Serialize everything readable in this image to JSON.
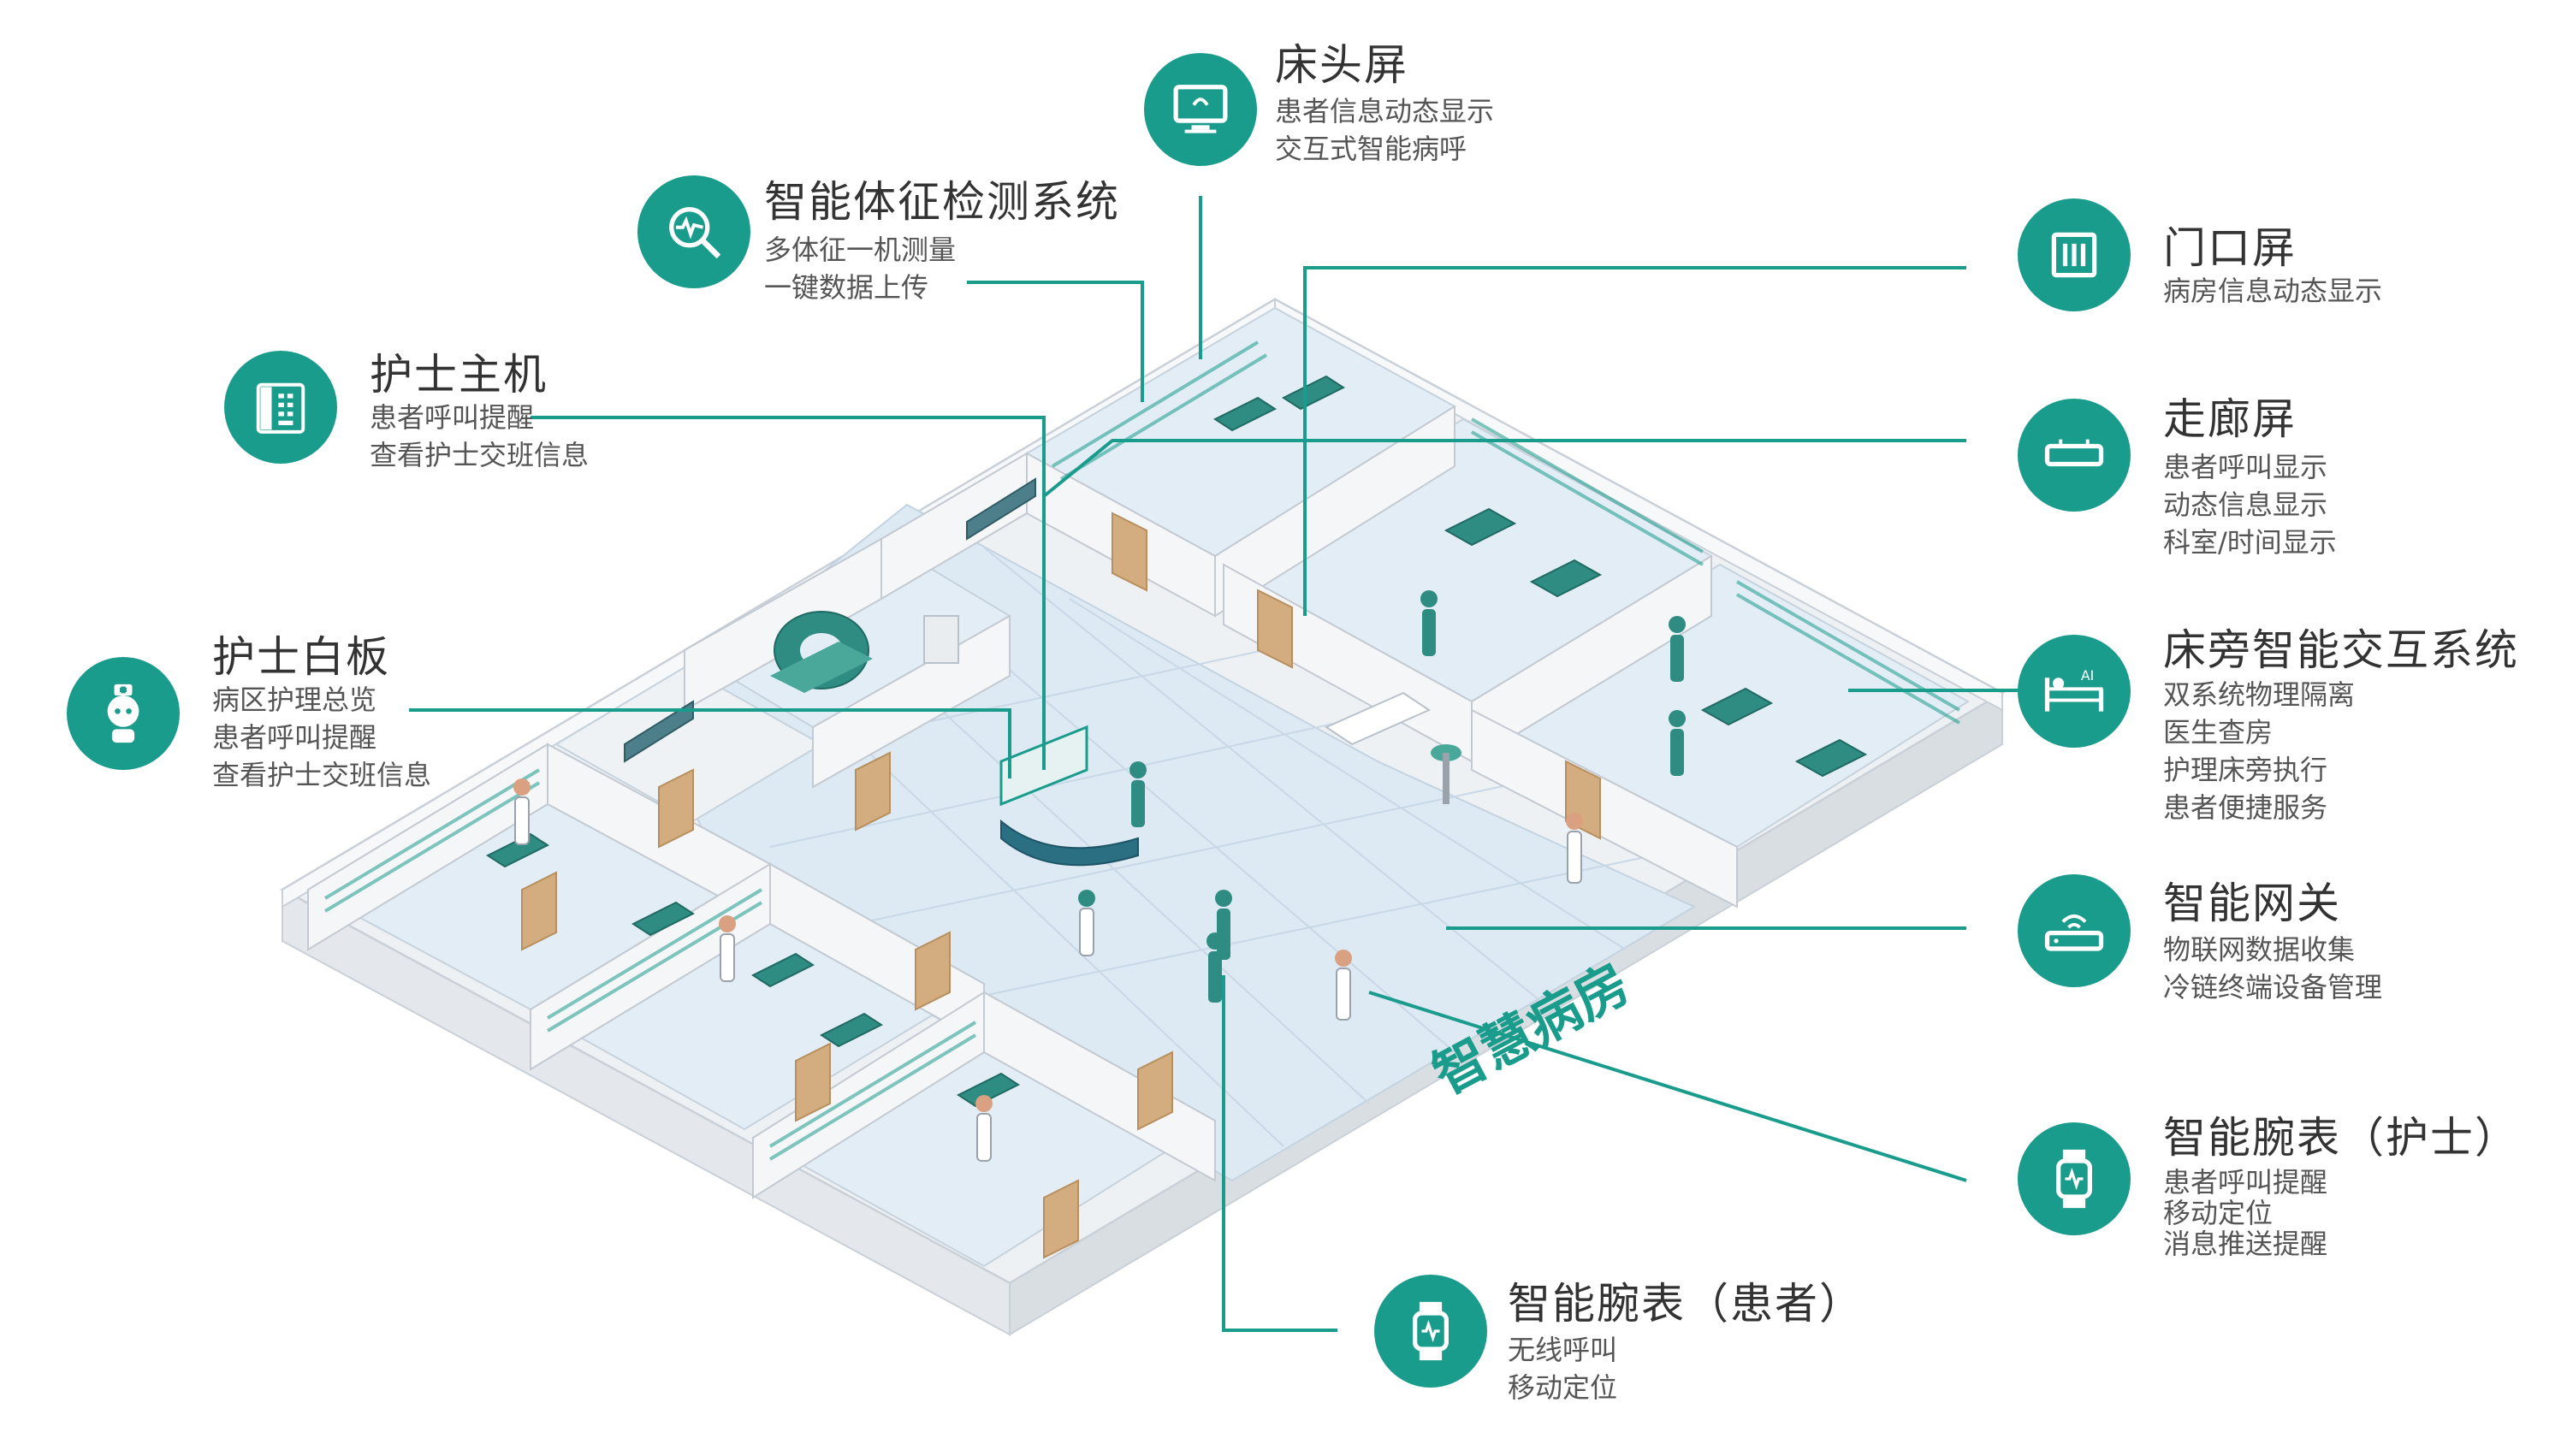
{
  "colors": {
    "accent": "#1a9c8c",
    "floor": "#dde9f3",
    "wall": "#f4f6f8",
    "wall_dark": "#d7dde3"
  },
  "brand_label": "智慧病房",
  "callouts": {
    "bedside_screen": {
      "title": "床头屏",
      "lines": [
        "患者信息动态显示",
        "交互式智能病呼"
      ],
      "icon": "monitor-icon"
    },
    "vital_signs": {
      "title": "智能体征检测系统",
      "lines": [
        "多体征一机测量",
        "一键数据上传"
      ],
      "icon": "heartbeat-magnifier-icon"
    },
    "nurse_host": {
      "title": "护士主机",
      "lines": [
        "患者呼叫提醒",
        "查看护士交班信息"
      ],
      "icon": "desk-phone-icon"
    },
    "nurse_whiteboard": {
      "title": "护士白板",
      "lines": [
        "病区护理总览",
        "患者呼叫提醒",
        "查看护士交班信息"
      ],
      "icon": "nurse-robot-icon"
    },
    "door_screen": {
      "title": "门口屏",
      "lines": [
        "病房信息动态显示"
      ],
      "icon": "door-panel-icon"
    },
    "corridor_screen": {
      "title": "走廊屏",
      "lines": [
        "患者呼叫显示",
        "动态信息显示",
        "科室/时间显示"
      ],
      "icon": "corridor-display-icon"
    },
    "bedside_interaction": {
      "title": "床旁智能交互系统",
      "lines": [
        "双系统物理隔离",
        "医生查房",
        "护理床旁执行",
        "患者便捷服务"
      ],
      "icon": "ai-bed-icon"
    },
    "gateway": {
      "title": "智能网关",
      "lines": [
        "物联网数据收集",
        "冷链终端设备管理"
      ],
      "icon": "wifi-gateway-icon"
    },
    "watch_nurse": {
      "title": "智能腕表（护士）",
      "lines": [
        "患者呼叫提醒",
        "移动定位",
        "消息推送提醒"
      ],
      "icon": "smartwatch-icon"
    },
    "watch_patient": {
      "title": "智能腕表（患者）",
      "lines": [
        "无线呼叫",
        "移动定位"
      ],
      "icon": "smartwatch-icon"
    }
  }
}
